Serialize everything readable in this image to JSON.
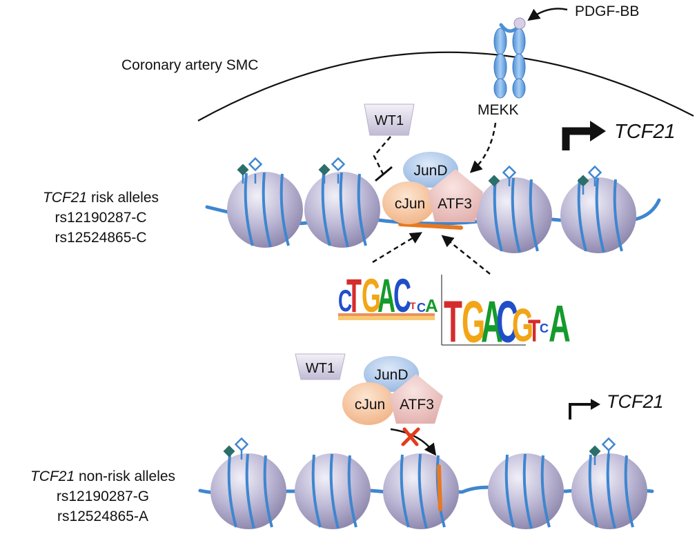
{
  "labels": {
    "cell": "Coronary artery SMC",
    "ligand": "PDGF-BB",
    "kinase": "MEKK",
    "wt1_top": "WT1",
    "wt1_bottom": "WT1",
    "gene_top": "TCF21",
    "gene_bottom": "TCF21"
  },
  "risk": {
    "gene": "TCF21",
    "title_rest": " risk alleles",
    "snp1": "rs12190287-C",
    "snp2": "rs12524865-C"
  },
  "nonrisk": {
    "gene": "TCF21",
    "title_rest": " non-risk alleles",
    "snp1": "rs12190287-G",
    "snp2": "rs12524865-A"
  },
  "complex_top": {
    "a": "JunD",
    "b": "cJun",
    "c": "ATF3"
  },
  "complex_bottom": {
    "a": "JunD",
    "b": "cJun",
    "c": "ATF3"
  },
  "motif1": [
    "C",
    "T",
    "G",
    "A",
    "C",
    "T",
    "C",
    "A"
  ],
  "motif2": [
    "T",
    "G",
    "A",
    "C",
    "G",
    "T",
    "C",
    "A"
  ],
  "colors": {
    "nucleosome": "#b7b3cf",
    "dna": "#3f86cf",
    "site": "#e8781f",
    "jun_d": "#a9c6ea",
    "c_jun": "#f6c6a0",
    "atf3": "#eec6c3",
    "wt1": "#cfc9de",
    "inhibit_x": "#e23c1c"
  }
}
